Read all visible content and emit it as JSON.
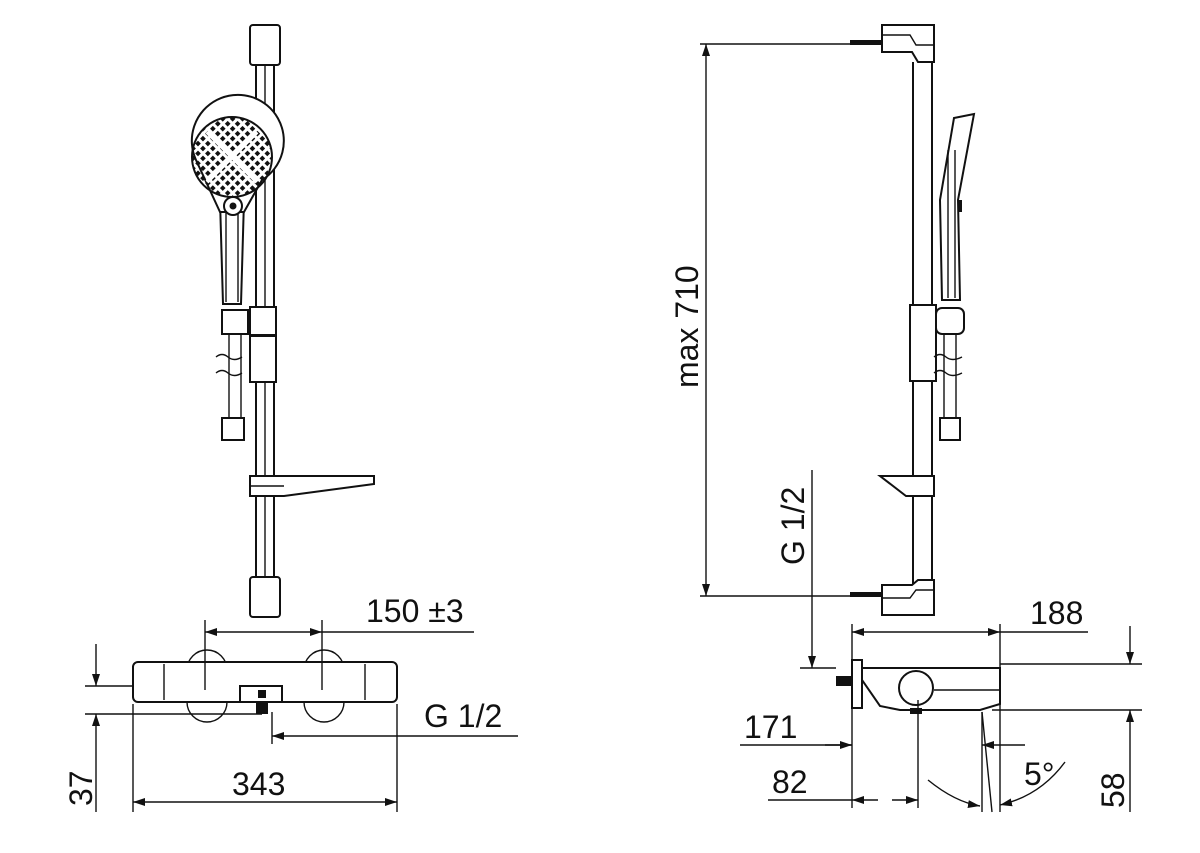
{
  "dimensions": {
    "front": {
      "connection_spacing": "150 ±3",
      "thread": "G 1/2",
      "width": "343",
      "height": "37"
    },
    "side": {
      "max_height": "max 710",
      "thread": "G 1/2",
      "depth": "188",
      "spout_depth": "171",
      "wall_offset": "82",
      "angle": "5°",
      "height": "58"
    }
  },
  "colors": {
    "line": "#111111",
    "background": "#ffffff"
  }
}
